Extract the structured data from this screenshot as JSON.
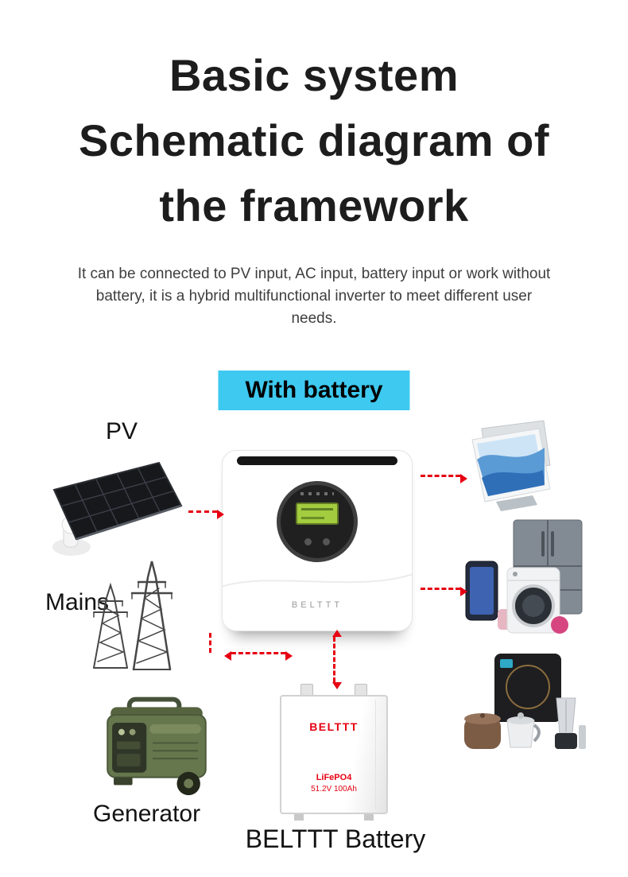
{
  "page": {
    "title_line1": "Basic system",
    "title_line2": "Schematic diagram of",
    "title_line3": "the framework",
    "description": "It can be connected to PV input, AC input, battery input or work without battery, it is a hybrid multifunctional inverter to meet different user needs.",
    "badge_label": "With battery"
  },
  "labels": {
    "pv": "PV",
    "mains": "Mains",
    "generator": "Generator",
    "battery_caption": "BELTTT Battery"
  },
  "inverter": {
    "brand": "BELTTT"
  },
  "battery": {
    "brand": "BELTTT",
    "chemistry": "LiFePO4",
    "spec": "51.2V 100Ah"
  },
  "colors": {
    "badge_bg": "#3ec9f0",
    "arrow_red": "#e60012",
    "title_color": "#1d1d1d"
  }
}
